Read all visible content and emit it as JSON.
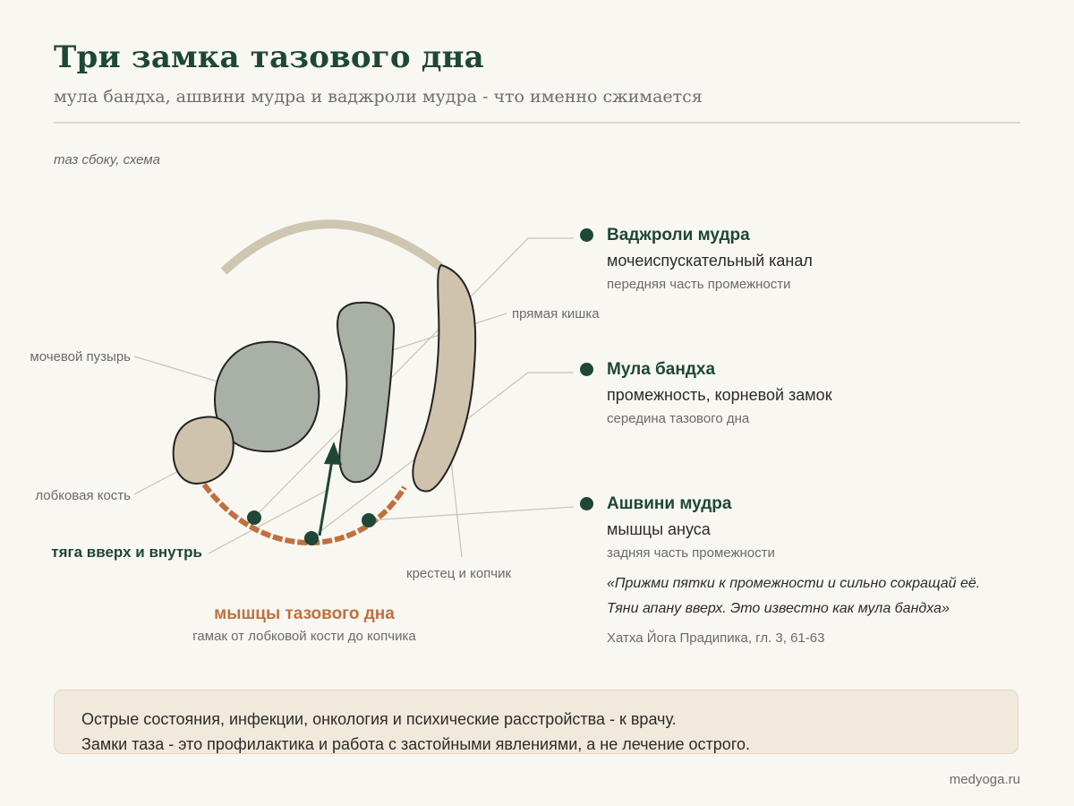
{
  "title": "Три замка тазового дна",
  "subtitle": "мула бандха, ашвини мудра и ваджроли мудра - что именно сжимается",
  "view_caption": "таз сбоку, схема",
  "colors": {
    "accent_green": "#1e4736",
    "muscle_orange": "#c0703f",
    "organ_gray": "#a9b1a6",
    "bone_beige": "#d0c3ae",
    "background": "#f9f7f1",
    "warning_bg": "#f1e9dc"
  },
  "diagram": {
    "labels": {
      "bladder": "мочевой пузырь",
      "pubic_bone": "лобковая кость",
      "rectum": "прямая кишка",
      "sacrum": "крестец и копчик",
      "pull": "тяга вверх и внутрь",
      "muscles_title": "мышцы тазового дна",
      "muscles_desc": "гамак от лобковой кости до копчика"
    }
  },
  "locks": [
    {
      "name": "Ваджроли мудра",
      "what": "мочеиспускательный канал",
      "where": "передняя часть промежности"
    },
    {
      "name": "Мула бандха",
      "what": "промежность, корневой замок",
      "where": "середина тазового дна"
    },
    {
      "name": "Ашвини мудра",
      "what": "мышцы ануса",
      "where": "задняя часть промежности"
    }
  ],
  "quote": {
    "line1": "«Прижми пятки к промежности и сильно сокращай её.",
    "line2": "Тяни апану вверх. Это известно как мула бандха»",
    "source": "Хатха Йога Прадипика, гл. 3, 61-63"
  },
  "warning": {
    "line1": "Острые состояния, инфекции, онкология и психические расстройства - к врачу.",
    "line2": "Замки таза - это профилактика и работа с застойными явлениями, а не лечение острого."
  },
  "footer": "medyoga.ru"
}
